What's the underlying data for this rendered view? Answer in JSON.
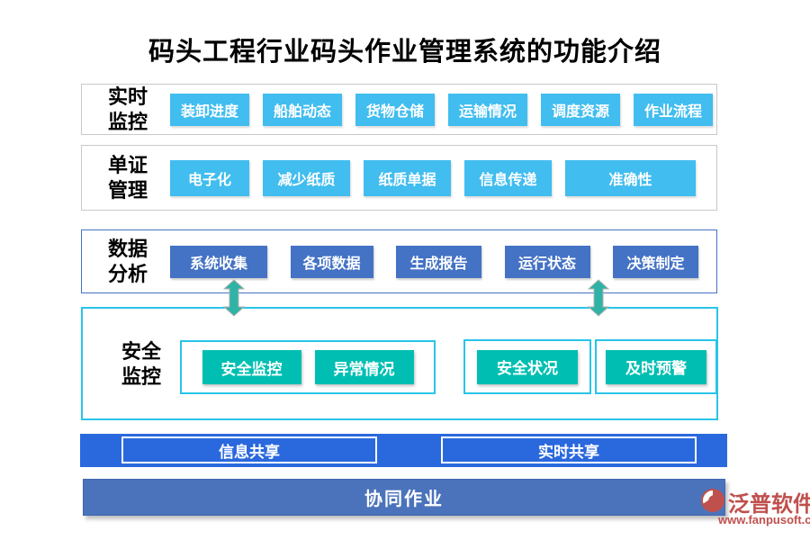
{
  "title": "码头工程行业码头作业管理系统的功能介绍",
  "colors": {
    "sky_blue": "#41bdef",
    "medium_blue": "#4472c4",
    "teal": "#00bfb2",
    "cyan_border": "#29c4e8",
    "gray_border": "#c9c9c9",
    "share_bar_blue": "#2a68de",
    "collab_bar_blue": "#4b73bb",
    "arrow_teal": "#2fb3a6",
    "logo_red": "#c0504d"
  },
  "sections": [
    {
      "id": "realtime-monitoring",
      "label_lines": [
        "实时",
        "监控"
      ],
      "items": [
        "装卸进度",
        "船舶动态",
        "货物仓储",
        "运输情况",
        "调度资源",
        "作业流程"
      ]
    },
    {
      "id": "document-management",
      "label_lines": [
        "单证",
        "管理"
      ],
      "items": [
        "电子化",
        "减少纸质",
        "纸质单据",
        "信息传递",
        "准确性"
      ]
    },
    {
      "id": "data-analysis",
      "label_lines": [
        "数据",
        "分析"
      ],
      "items": [
        "系统收集",
        "各项数据",
        "生成报告",
        "运行状态",
        "决策制定"
      ]
    },
    {
      "id": "safety-monitoring",
      "label_lines": [
        "安全",
        "监控"
      ],
      "groups": [
        {
          "items": [
            "安全监控",
            "异常情况"
          ]
        },
        {
          "items": [
            "安全状况"
          ]
        },
        {
          "items": [
            "及时预警"
          ]
        }
      ]
    }
  ],
  "share_bar": {
    "items": [
      "信息共享",
      "实时共享"
    ]
  },
  "collab_bar": {
    "label": "协同作业"
  },
  "logo": {
    "brand": "泛普软件",
    "website": "www.fanpusoft.com"
  }
}
